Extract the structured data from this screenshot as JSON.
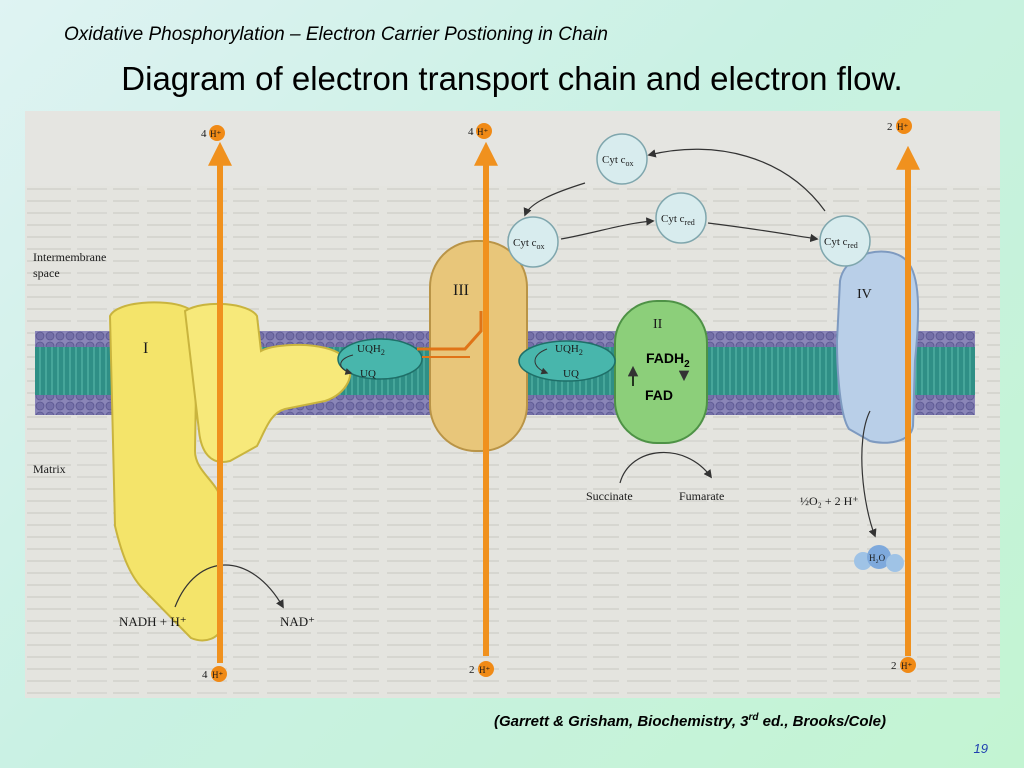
{
  "header": {
    "subtitle": "Oxidative Phosphorylation – Electron Carrier Postioning in Chain",
    "title": "Diagram of electron transport chain and electron flow."
  },
  "figure": {
    "regions": {
      "intermembrane_line1": "Intermembrane",
      "intermembrane_line2": "space",
      "matrix": "Matrix"
    },
    "complexes": {
      "I": "I",
      "II": "II",
      "III": "III",
      "IV": "IV"
    },
    "carriers": {
      "cyt_c_ox_1": "Cyt c",
      "cyt_c_ox_1_sub": "ox",
      "cyt_c_red_1": "Cyt c",
      "cyt_c_red_1_sub": "red",
      "cyt_c_ox_2": "Cyt c",
      "cyt_c_ox_2_sub": "ox",
      "cyt_c_red_2": "Cyt c",
      "cyt_c_red_2_sub": "red",
      "uqh2_left": "UQH",
      "uq_left": "UQ",
      "uqh2_right": "UQH",
      "uq_right": "UQ",
      "h2_sub": "2"
    },
    "protons": {
      "top_I": "4",
      "top_III": "4",
      "top_IV": "2",
      "bottom_I": "4",
      "bottom_III": "2",
      "bottom_IV": "2",
      "h_plus": "H⁺"
    },
    "substrates": {
      "nadh": "NADH  +  H⁺",
      "nad": "NAD⁺",
      "fadh": "FADH",
      "fadh_sub": "2",
      "fad": "FAD",
      "succinate": "Succinate",
      "fumarate": "Fumarate",
      "oxygen": "½O₂ + 2 H⁺",
      "water": "H₂O"
    },
    "colors": {
      "complex_I": "#f4e46a",
      "complex_II": "#8ccf7a",
      "complex_III": "#e8c67a",
      "complex_IV": "#b9cfe8",
      "proton_arrow": "#f0911e",
      "membrane": "#2f8f86",
      "cytochrome": "#d8ecee"
    }
  },
  "footer": {
    "citation_pre": "(Garrett & Grisham, Biochemistry, 3",
    "citation_sup": "rd",
    "citation_post": " ed., Brooks/Cole)",
    "page_number": "19"
  }
}
